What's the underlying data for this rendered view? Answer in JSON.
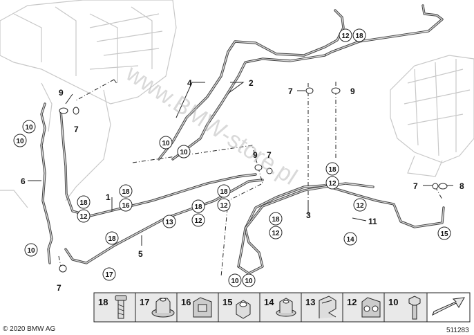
{
  "copyright": "© 2020 BMW AG",
  "drawing_number": "511283",
  "watermark": "www.BMW-store.pl",
  "callouts": [
    {
      "id": "c-12a",
      "label": "12"
    },
    {
      "id": "c-18a",
      "label": "18"
    },
    {
      "id": "c-10a",
      "label": "10"
    },
    {
      "id": "c-10b",
      "label": "10"
    },
    {
      "id": "c-10c",
      "label": "10"
    },
    {
      "id": "c-10d",
      "label": "10"
    },
    {
      "id": "c-18b",
      "label": "18"
    },
    {
      "id": "c-16a",
      "label": "16"
    },
    {
      "id": "c-18c",
      "label": "18"
    },
    {
      "id": "c-12b",
      "label": "12"
    },
    {
      "id": "c-18d",
      "label": "18"
    },
    {
      "id": "c-12c",
      "label": "12"
    },
    {
      "id": "c-18e",
      "label": "18"
    },
    {
      "id": "c-12d",
      "label": "12"
    },
    {
      "id": "c-13a",
      "label": "13"
    },
    {
      "id": "c-18f",
      "label": "18"
    },
    {
      "id": "c-12e",
      "label": "12"
    },
    {
      "id": "c-12f",
      "label": "12"
    },
    {
      "id": "c-18g",
      "label": "18"
    },
    {
      "id": "c-12g",
      "label": "12"
    },
    {
      "id": "c-18h",
      "label": "18"
    },
    {
      "id": "c-17a",
      "label": "17"
    },
    {
      "id": "c-10e",
      "label": "10"
    },
    {
      "id": "c-10f",
      "label": "10"
    },
    {
      "id": "c-10g",
      "label": "10"
    },
    {
      "id": "c-14a",
      "label": "14"
    },
    {
      "id": "c-15a",
      "label": "15"
    }
  ],
  "labels": [
    {
      "id": "l-4",
      "text": "4"
    },
    {
      "id": "l-2",
      "text": "2"
    },
    {
      "id": "l-7a",
      "text": "7"
    },
    {
      "id": "l-9a",
      "text": "9"
    },
    {
      "id": "l-9b",
      "text": "9"
    },
    {
      "id": "l-7b",
      "text": "7"
    },
    {
      "id": "l-9c",
      "text": "9"
    },
    {
      "id": "l-7c",
      "text": "7"
    },
    {
      "id": "l-6",
      "text": "6"
    },
    {
      "id": "l-1",
      "text": "1"
    },
    {
      "id": "l-5",
      "text": "5"
    },
    {
      "id": "l-3",
      "text": "3"
    },
    {
      "id": "l-11",
      "text": "11"
    },
    {
      "id": "l-7d",
      "text": "7"
    },
    {
      "id": "l-8",
      "text": "8"
    },
    {
      "id": "l-7e",
      "text": "7"
    }
  ],
  "legend": [
    {
      "number": "18",
      "part": "bolt-icon"
    },
    {
      "number": "17",
      "part": "flange-nut-icon"
    },
    {
      "number": "16",
      "part": "clip-nut-icon"
    },
    {
      "number": "15",
      "part": "hex-nut-icon"
    },
    {
      "number": "14",
      "part": "collar-nut-icon"
    },
    {
      "number": "13",
      "part": "spring-clip-icon"
    },
    {
      "number": "12",
      "part": "pipe-holder-icon"
    },
    {
      "number": "10",
      "part": "hex-bolt-icon"
    }
  ],
  "colors": {
    "ink": "#111111",
    "pipe": "#444444",
    "ghost": "#c8c8c8",
    "legend_bg": "#e9e9e9"
  }
}
